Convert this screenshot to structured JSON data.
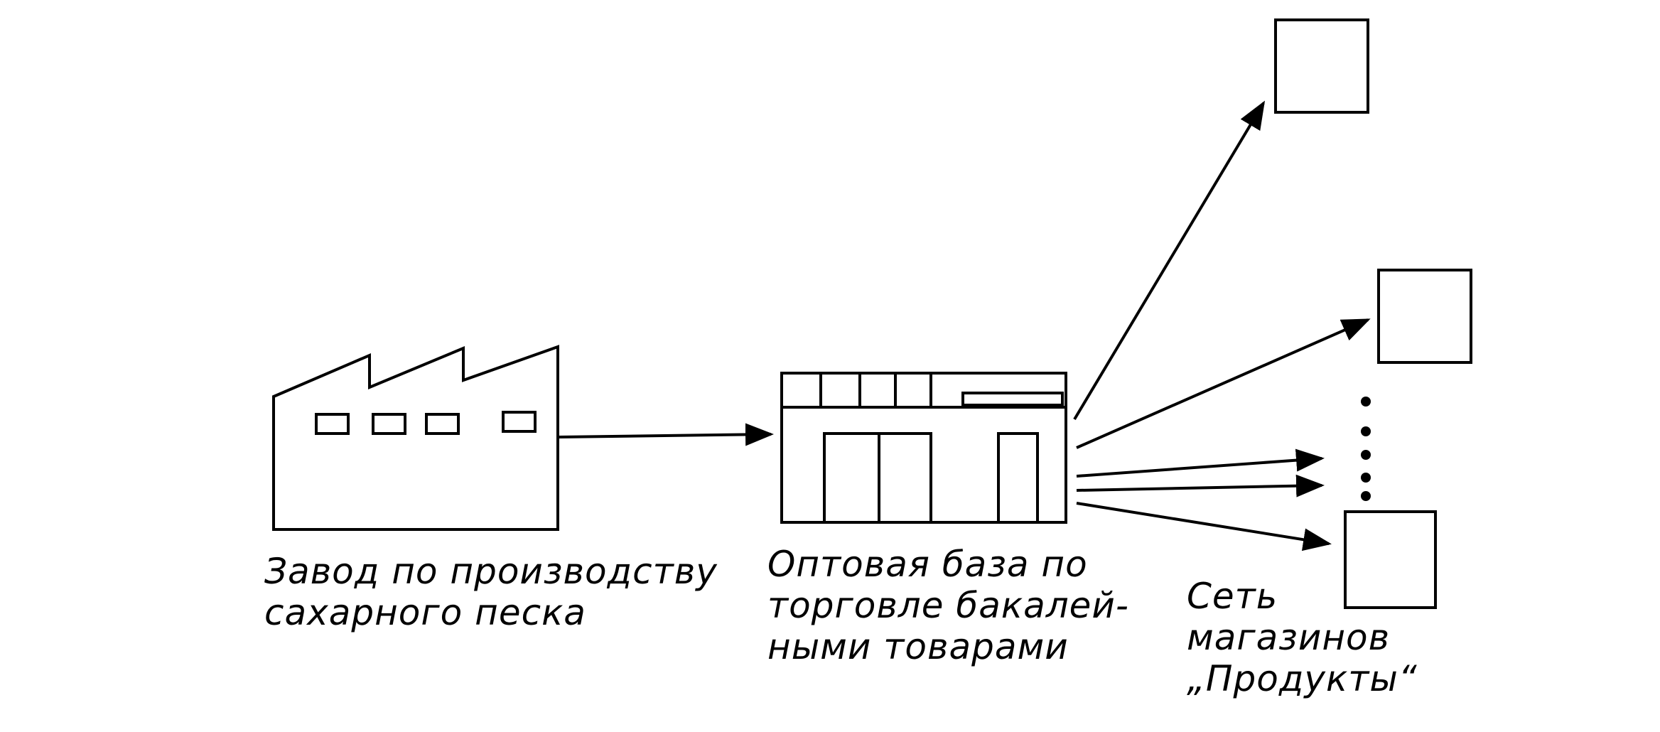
{
  "diagram": {
    "factory": {
      "label_lines": [
        "Завод по производству",
        "сахарного песка"
      ]
    },
    "warehouse": {
      "label_lines": [
        "Оптовая база по",
        "торговле бакалей-",
        "ными товарами"
      ]
    },
    "stores": {
      "label_lines": [
        "Сеть",
        "магазинов",
        "„Продукты“"
      ]
    }
  }
}
